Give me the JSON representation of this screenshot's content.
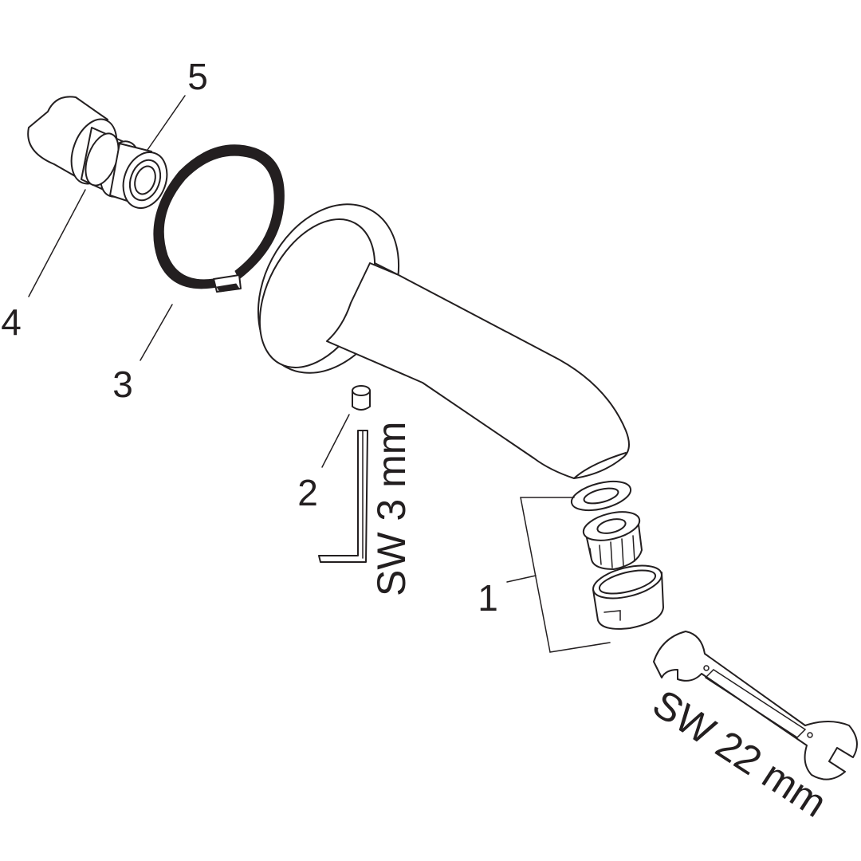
{
  "callouts": {
    "c1": "1",
    "c2": "2",
    "c3": "3",
    "c4": "4",
    "c5": "5"
  },
  "tools": {
    "hex_key_size": "SW 3 mm",
    "wrench_size": "SW 22 mm"
  },
  "colors": {
    "line": "#231f20",
    "background": "#ffffff"
  }
}
